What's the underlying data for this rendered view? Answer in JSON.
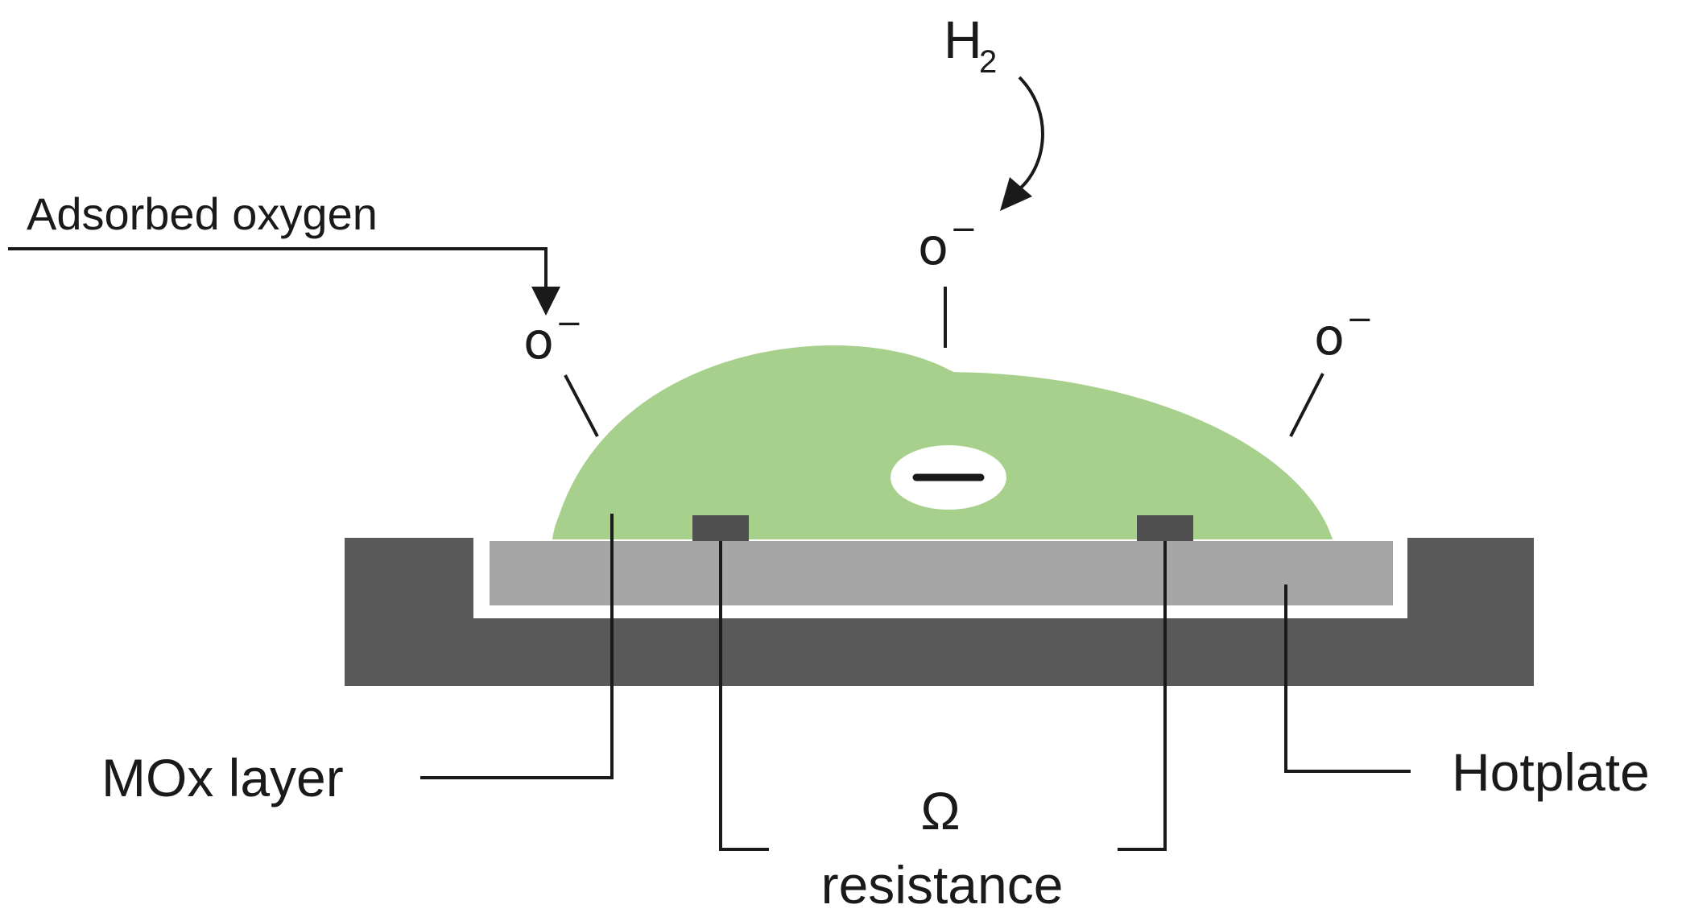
{
  "labels": {
    "gas_main": "H",
    "gas_sub": "2",
    "adsorbed_oxygen": "Adsorbed oxygen",
    "ion_base": "o",
    "ion_charge": "−",
    "charge_symbol": "−",
    "mox_layer": "MOx layer",
    "hotplate": "Hotplate",
    "ohm_symbol": "Ω",
    "resistance": "resistance"
  },
  "colors": {
    "mox_layer": "#a8d08d",
    "hotplate_housing": "#595959",
    "hotplate_plate": "#a6a6a6",
    "electrode": "#505050",
    "line": "#1a1a1a"
  }
}
